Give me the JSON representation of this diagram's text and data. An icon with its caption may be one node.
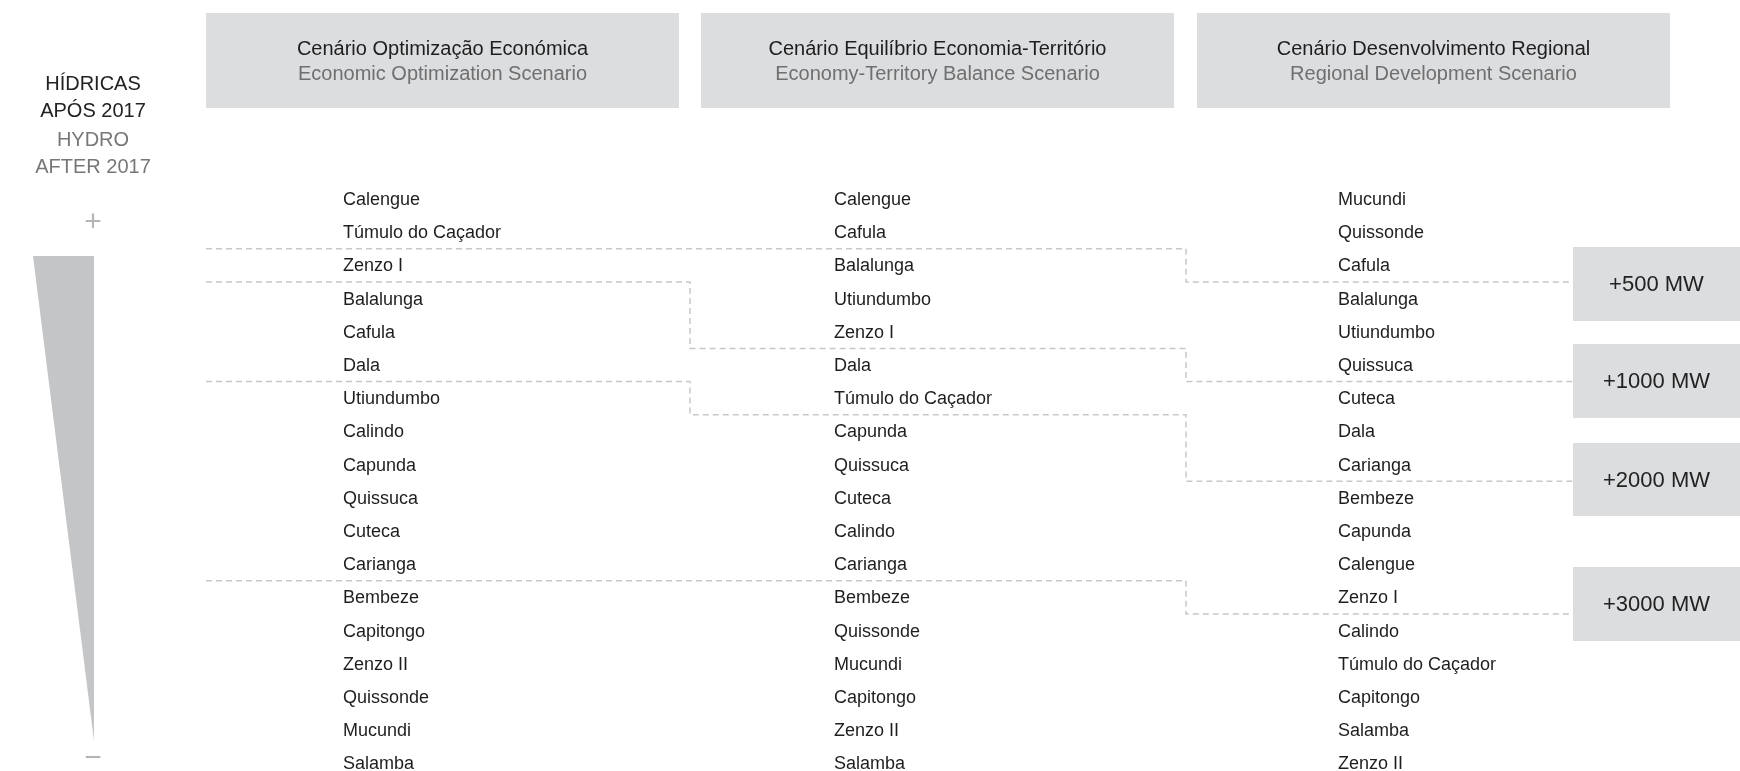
{
  "diagram": {
    "nodes": [
      {
        "text": [
          "Cenário Optimização Económica",
          "Economic Optimization Scenario"
        ]
      },
      {
        "text": [
          "Cenário Equilíbrio Economia-Território",
          "Economy-Territory Balance Scenario"
        ]
      },
      {
        "text": [
          "Cenário Desenvolvimento Regional",
          "Regional Development Scenario"
        ]
      },
      {
        "text": [
          "+500 MW"
        ]
      },
      {
        "text": [
          "+1000 MW"
        ]
      },
      {
        "text": [
          "+2000 MW"
        ]
      },
      {
        "text": [
          "+3000 MW"
        ]
      }
    ],
    "edges": [
      {
        "from": null,
        "to": 3,
        "arrow": "none",
        "style": "dashed"
      },
      {
        "from": null,
        "to": 4,
        "arrow": "none",
        "style": "dashed"
      },
      {
        "from": null,
        "to": 5,
        "arrow": "none",
        "style": "dashed"
      },
      {
        "from": null,
        "to": 6,
        "arrow": "none",
        "style": "dashed"
      }
    ],
    "labels": [
      "HÍDRICAS APÓS 2017",
      "HYDRO AFTER 2017",
      "+",
      "Calengue",
      "Calengue",
      "Mucundi",
      "Túmulo do Caçador",
      "Cafula",
      "Quissonde",
      "Zenzo I",
      "Balalunga",
      "Cafula",
      "Balalunga",
      "Utiundumbo",
      "Balalunga",
      "Cafula",
      "Zenzo I",
      "Utiundumbo",
      "Dala",
      "Dala",
      "Quissuca",
      "Utiundumbo",
      "Túmulo do Caçador",
      "Cuteca",
      "Calindo",
      "Capunda",
      "Dala",
      "Capunda",
      "Quissuca",
      "Carianga",
      "Quissuca",
      "Cuteca",
      "Bembeze",
      "Cuteca",
      "Calindo",
      "Capunda",
      "Carianga",
      "Carianga",
      "Calengue",
      "Bembeze",
      "Bembeze",
      "Zenzo I",
      "Capitongo",
      "Quissonde",
      "Calindo",
      "Zenzo II",
      "Mucundi",
      "Túmulo do Caçador",
      "Quissonde",
      "Capitongo",
      "Capitongo",
      "Mucundi",
      "Zenzo II",
      "Salamba",
      "Salamba",
      "Salamba",
      "Zenzo II",
      "−"
    ]
  }
}
